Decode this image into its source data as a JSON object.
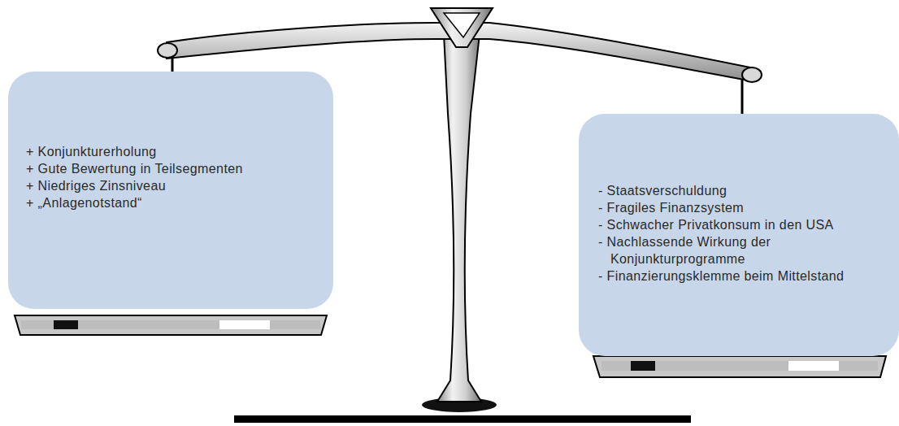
{
  "diagram": {
    "nodes": [
      {
        "text": [
          "+ Konjunkturerholung",
          "+ Gute Bewertung in Teilsegmenten",
          "+ Niedriges Zinsniveau",
          "+ „Anlagenotstand“"
        ]
      },
      {
        "text": [
          "- Staatsverschuldung",
          "- Fragiles Finanzsystem",
          "- Schwacher Privatkonsum in den USA",
          "- Nachlassende Wirkung der Konjunkturprogramme",
          "- Finanzierungsklemme beim Mittelstand"
        ]
      }
    ]
  }
}
